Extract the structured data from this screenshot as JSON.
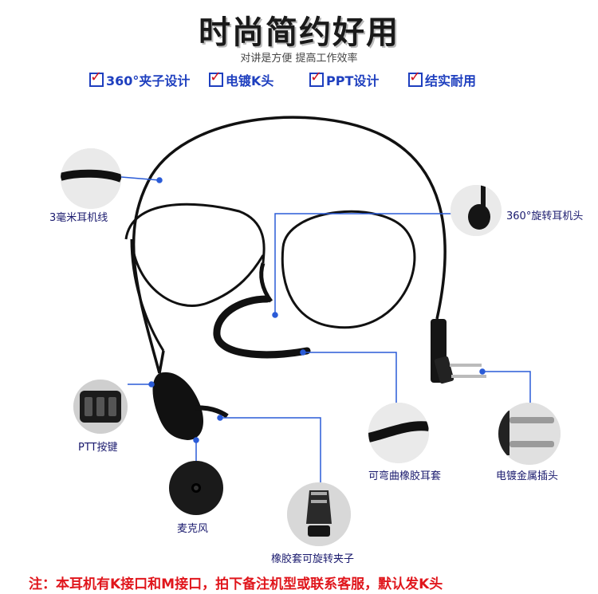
{
  "header": {
    "title": "时尚简约好用",
    "subtitle": "对讲是方便 提高工作效率"
  },
  "features": [
    {
      "label": "360°夹子设计"
    },
    {
      "label": "电镀K头"
    },
    {
      "label": "PPT设计"
    },
    {
      "label": "结实耐用"
    }
  ],
  "callouts": {
    "cable": "3毫米耳机线",
    "rotate_head": "360°旋转耳机头",
    "ear_cover": "可弯曲橡胶耳套",
    "plug": "电镀金属插头",
    "ptt": "PTT按键",
    "mic": "麦克风",
    "clip": "橡胶套可旋转夹子"
  },
  "footer": {
    "note": "注：本耳机有K接口和M接口，拍下备注机型或联系客服，默认发K头"
  },
  "colors": {
    "accent_blue": "#1e3fbf",
    "check_red": "#d2141e",
    "note_red": "#e0161c",
    "line_blue": "#2a5bd7"
  }
}
